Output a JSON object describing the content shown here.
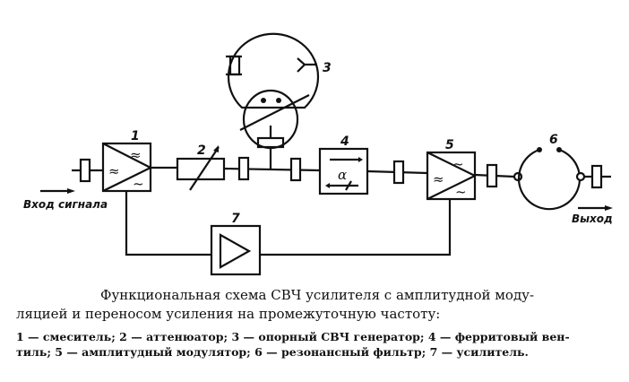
{
  "diagram": {
    "labels": {
      "n1": "1",
      "n2": "2",
      "n3": "3",
      "n4": "4",
      "n5": "5",
      "n6": "6",
      "n7": "7"
    },
    "alpha": "α",
    "input_label": "Вход сигнала",
    "output_label": "Выход",
    "wave": "≈",
    "tilde": "~"
  },
  "caption": {
    "line1": "Функциональная схема СВЧ усилителя с амплитудной моду-",
    "line2": "ляцией и переносом усиления на промежуточную частоту:",
    "legend1": "1 — смеситель; 2 — аттенюатор; 3 — опорный СВЧ генератор; 4 — ферритовый вен-",
    "legend2": "тиль; 5 — амплитудный модулятор; 6 — резонансный фильтр; 7 — усилитель."
  }
}
